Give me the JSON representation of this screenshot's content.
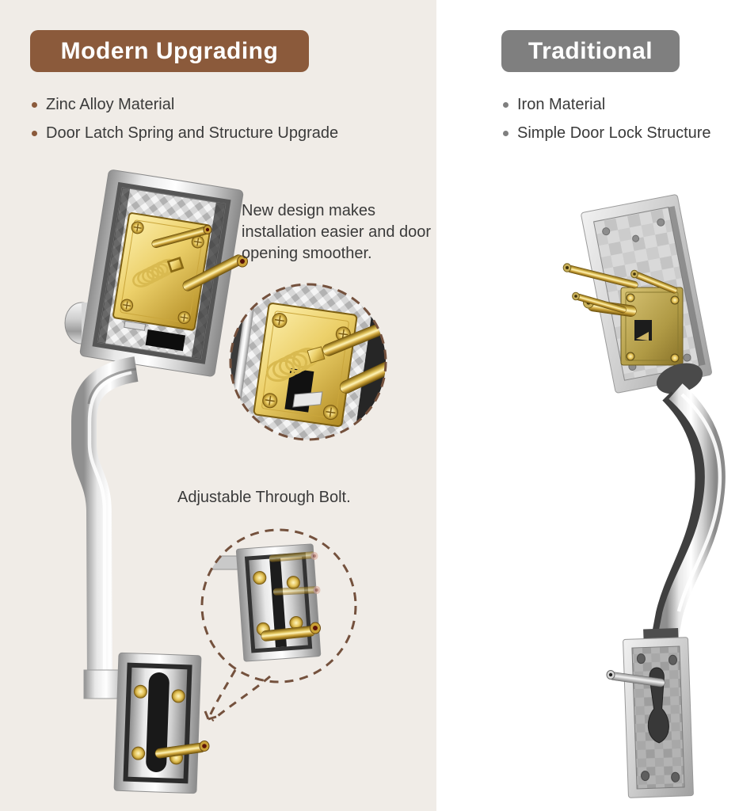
{
  "left_panel": {
    "badge_label": "Modern Upgrading",
    "bullets": [
      "Zinc Alloy Material",
      "Door Latch Spring and Structure Upgrade"
    ],
    "callout_design": "New design makes installation easier and door opening smoother.",
    "callout_bolt": "Adjustable Through Bolt."
  },
  "right_panel": {
    "badge_label": "Traditional",
    "bullets": [
      "Iron Material",
      "Simple Door Lock Structure"
    ]
  },
  "colors": {
    "left_background": "#F0ECE7",
    "right_background": "#FFFFFF",
    "modern_badge": "#8B5A3B",
    "traditional_badge": "#7F7F7F",
    "text": "#3A3A3A",
    "dashed_outline": "#74513D",
    "brass": "#D9B84A",
    "chrome": "#CFCFCF"
  }
}
